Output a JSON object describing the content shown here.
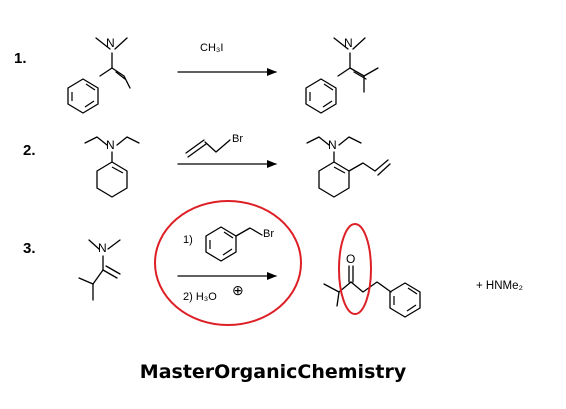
{
  "steps": [
    {
      "number": "1.",
      "reagent": "CH₃I"
    },
    {
      "number": "2.",
      "reagent": "Br"
    },
    {
      "number": "3.",
      "reagent_1_prefix": "1)",
      "reagent_2": "2) H₃O",
      "byproduct": "+ HNMe₂"
    }
  ],
  "atoms": {
    "n": "N",
    "br": "Br",
    "o": "O"
  },
  "brand": "MasterOrganicChemistry",
  "colors": {
    "highlight": "#dd1f26",
    "ink": "#000000"
  },
  "icons": {
    "charge": "plus-charge-icon"
  }
}
